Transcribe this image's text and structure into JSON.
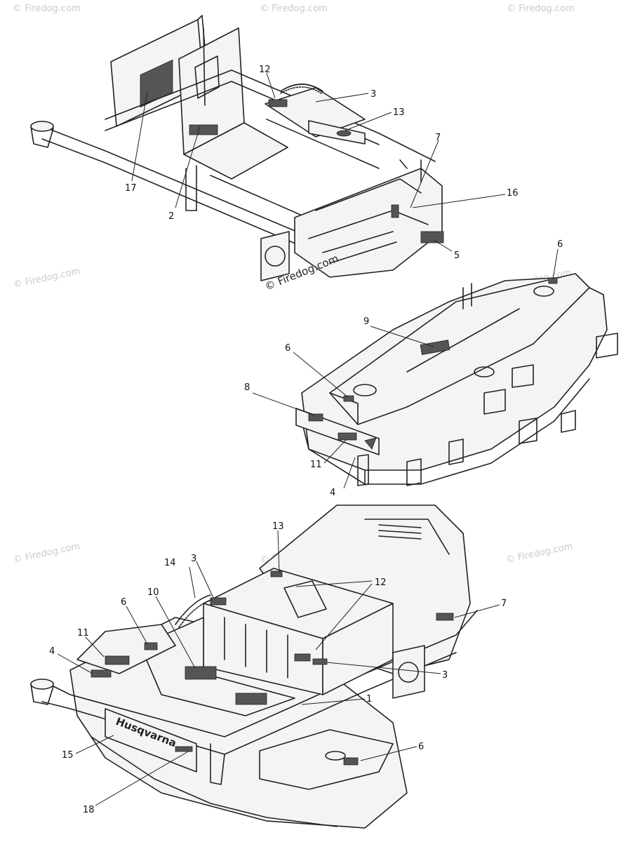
{
  "watermark": {
    "main": "© Firedog.com",
    "repeat": "© Firedog.com"
  },
  "brand_label": "Husqvarna",
  "callouts": [
    "1",
    "2",
    "3",
    "4",
    "5",
    "6",
    "7",
    "8",
    "9",
    "10",
    "11",
    "12",
    "13",
    "14",
    "15",
    "16",
    "17",
    "18"
  ]
}
